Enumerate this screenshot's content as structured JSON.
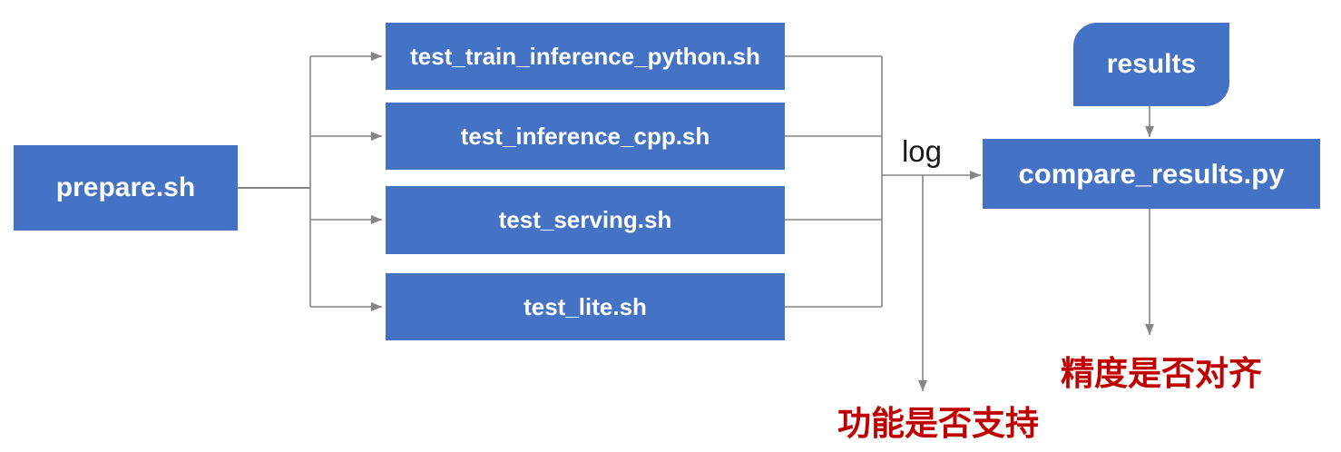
{
  "diagram": {
    "nodes": {
      "prepare": {
        "label": "prepare.sh"
      },
      "tests": [
        {
          "label": "test_train_inference_python.sh"
        },
        {
          "label": "test_inference_cpp.sh"
        },
        {
          "label": "test_serving.sh"
        },
        {
          "label": "test_lite.sh"
        }
      ],
      "results": {
        "label": "results"
      },
      "compare": {
        "label": "compare_results.py"
      }
    },
    "edge_labels": {
      "log": "log"
    },
    "annotations": {
      "function_support": "功能是否支持",
      "precision_aligned": "精度是否对齐"
    },
    "colors": {
      "node_fill": "#4472c4",
      "node_text": "#ffffff",
      "connector": "#868686",
      "edge_label": "#1a1a1a",
      "annotation": "#c00000",
      "background": "#ffffff"
    }
  }
}
